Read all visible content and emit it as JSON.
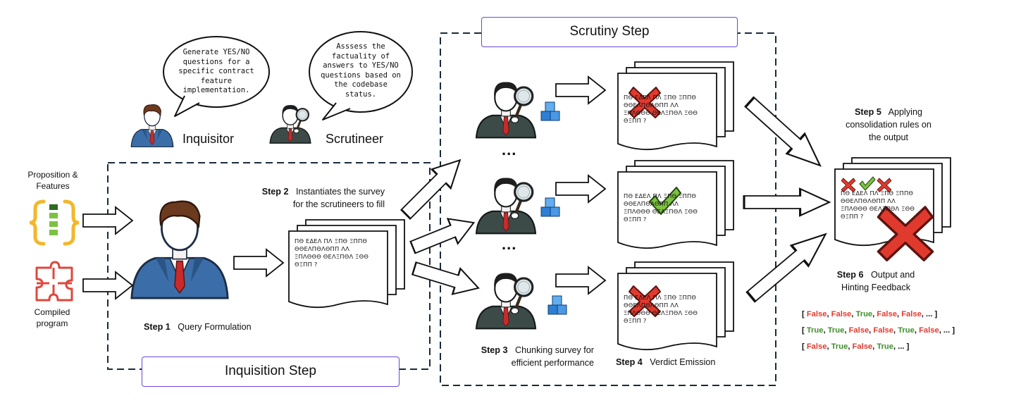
{
  "bubbles": {
    "inquisitor": [
      "Generate YES/NO",
      "questions for a",
      "specific contract",
      "feature",
      "implementation."
    ],
    "scrutineer": [
      "Asssess the",
      "factuality of",
      "answers to YES/NO",
      "questions based on",
      "the codebase",
      "status."
    ]
  },
  "roles": {
    "inquisitor": "Inquisitor",
    "scrutineer": "Scrutineer"
  },
  "inputs": {
    "proposition_line1": "Proposition &",
    "proposition_line2": "Features",
    "compiled_line1": "Compiled",
    "compiled_line2": "program"
  },
  "sections": {
    "scrutiny": "Scrutiny Step",
    "inquisition": "Inquisition Step"
  },
  "steps": {
    "s1_num": "Step 1",
    "s1_text": "Query Formulation",
    "s2_num": "Step 2",
    "s2_text_line1": "Instantiates the survey",
    "s2_text_line2": "for the scrutineers to fill",
    "s3_num": "Step 3",
    "s3_text_line1": "Chunking survey for",
    "s3_text_line2": "efficient performance",
    "s4_num": "Step 4",
    "s4_text": "Verdict Emission",
    "s5_num": "Step 5",
    "s5_text_line1": "Applying",
    "s5_text_line2": "consolidation rules on",
    "s5_text_line3": "the output",
    "s6_num": "Step 6",
    "s6_text_line1": "Output and",
    "s6_text_line2": "Hinting Feedback"
  },
  "document_lines": [
    "ΠΘ ΕΔΕΛ ΠΛ ΞΠΘ ΞΠΠΘ",
    "ΘΘΕΛΠΘΛΘΠΠ ΛΛ",
    "ΞΠΛΘΘΘ ΘΕΛΞΠΘΛ ΞΘΘ",
    "ΘΞΠΠ ?"
  ],
  "ellipsis": "...",
  "results": {
    "open": "[",
    "close": "]",
    "sep": ", ",
    "tail": "...",
    "rows": [
      [
        "False",
        "False",
        "True",
        "False",
        "False"
      ],
      [
        "True",
        "True",
        "False",
        "False",
        "True",
        "False"
      ],
      [
        "False",
        "True",
        "False",
        "True"
      ]
    ]
  },
  "colors": {
    "accent_purple": "#6a47d9",
    "verdict_false": "#e03a2f",
    "verdict_true": "#3f8f2a",
    "cube_blue": "#2d7fd3",
    "brace_yellow": "#f2b72a",
    "puzzle_red": "#e0473c"
  },
  "icons": [
    "person-icon",
    "detective-icon",
    "magnifier-icon",
    "blue-cube-icon",
    "document-stack-icon",
    "red-cross-icon",
    "green-check-icon",
    "curly-brace-icon",
    "puzzle-icon",
    "arrow-icon"
  ]
}
